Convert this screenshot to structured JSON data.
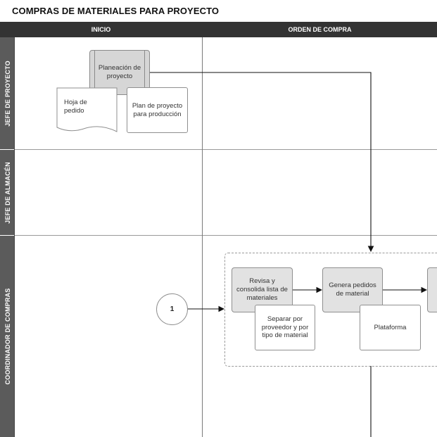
{
  "title": "COMPRAS DE MATERIALES PARA PROYECTO",
  "columns": [
    "INICIO",
    "ORDEN DE COMPRA"
  ],
  "lanes": [
    "JEFE DE PROYECTO",
    "JEFE DE ALMACÉN",
    "COORDINADOR DE COMPRAS"
  ],
  "nodes": {
    "planeacion": "Planeación de proyecto",
    "hoja_pedido": "Hoja de pedido",
    "plan_proyecto": "Plan de proyecto para producción",
    "revisa": "Revisa y consolida lista de materiales",
    "separar": "Separar por proveedor y por tipo de material",
    "genera": "Genera pedidos de material",
    "plataforma": "Plataforma",
    "connector": "1"
  }
}
